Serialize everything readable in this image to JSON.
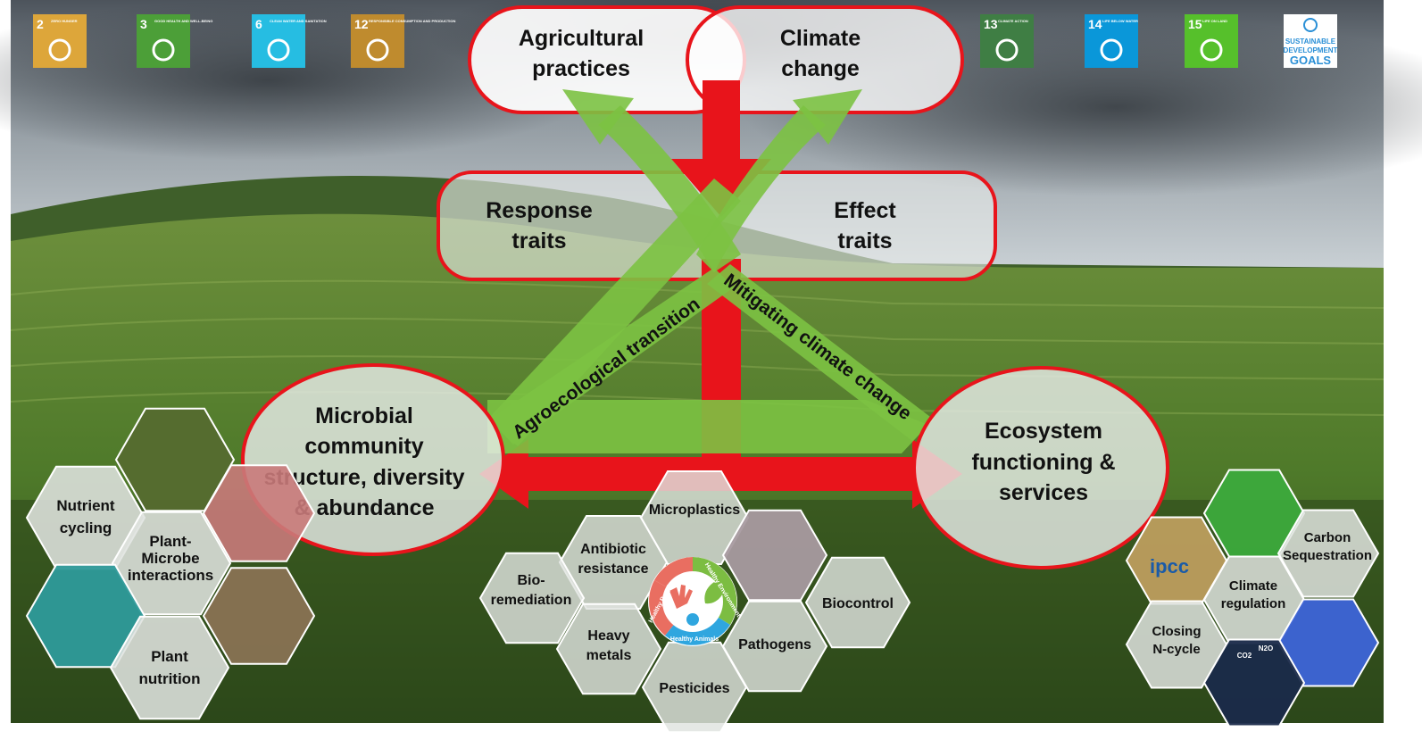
{
  "sdg_icons": [
    {
      "number": "2",
      "caption": "ZERO HUNGER",
      "color": "#DDA63A",
      "icon": "food-bowl-icon"
    },
    {
      "number": "3",
      "caption": "GOOD HEALTH AND WELL-BEING",
      "color": "#4C9F38",
      "icon": "heartbeat-icon"
    },
    {
      "number": "6",
      "caption": "CLEAN WATER AND SANITATION",
      "color": "#26BDE2",
      "icon": "water-drop-icon"
    },
    {
      "number": "12",
      "caption": "RESPONSIBLE CONSUMPTION AND PRODUCTION",
      "color": "#BF8B2E",
      "icon": "infinity-icon"
    },
    {
      "number": "13",
      "caption": "CLIMATE ACTION",
      "color": "#3F7E44",
      "icon": "eye-globe-icon"
    },
    {
      "number": "14",
      "caption": "LIFE BELOW WATER",
      "color": "#0A97D9",
      "icon": "fish-icon"
    },
    {
      "number": "15",
      "caption": "LIFE ON LAND",
      "color": "#56C02B",
      "icon": "tree-icon"
    }
  ],
  "sdg_logo": {
    "line1": "SUSTAINABLE",
    "line2": "DEVELOPMENT",
    "line3": "GOALS"
  },
  "drivers": {
    "agricultural_practices": [
      "Agricultural",
      "practices"
    ],
    "climate_change": [
      "Climate",
      "change"
    ]
  },
  "traits": {
    "response": [
      "Response",
      "traits"
    ],
    "effect": [
      "Effect",
      "traits"
    ]
  },
  "arrows": {
    "left_label": "Agroecological transition",
    "right_label": "Mitigating climate change",
    "green": "#7CC243",
    "red": "#E8141B"
  },
  "microbial": [
    "Microbial",
    "community",
    "structure, diversity",
    "& abundance"
  ],
  "ecosystem": [
    "Ecosystem",
    "functioning &",
    "services"
  ],
  "left_hexes": {
    "nutrient_cycling": [
      "Nutrient",
      "cycling"
    ],
    "plant_microbe": [
      "Plant-",
      "Microbe",
      "interactions"
    ],
    "plant_nutrition": [
      "Plant",
      "nutrition"
    ]
  },
  "center_hexes": {
    "microplastics": "Microplastics",
    "antibiotic": [
      "Antibiotic",
      "resistance"
    ],
    "bioremediation": [
      "Bio-",
      "remediation"
    ],
    "heavy_metals": [
      "Heavy",
      "metals"
    ],
    "pesticides": "Pesticides",
    "pathogens": "Pathogens",
    "biocontrol": "Biocontrol"
  },
  "one_health": {
    "people": "Healthy People",
    "environment": "Healthy Environment",
    "animals": "Healthy Animals"
  },
  "right_hexes": {
    "carbon": [
      "Carbon",
      "Sequestration"
    ],
    "climate_regulation": [
      "Climate",
      "regulation"
    ],
    "closing": [
      "Closing",
      "N-cycle"
    ],
    "ipcc": "ipcc",
    "co2": "CO2",
    "n2o": "N2O"
  }
}
